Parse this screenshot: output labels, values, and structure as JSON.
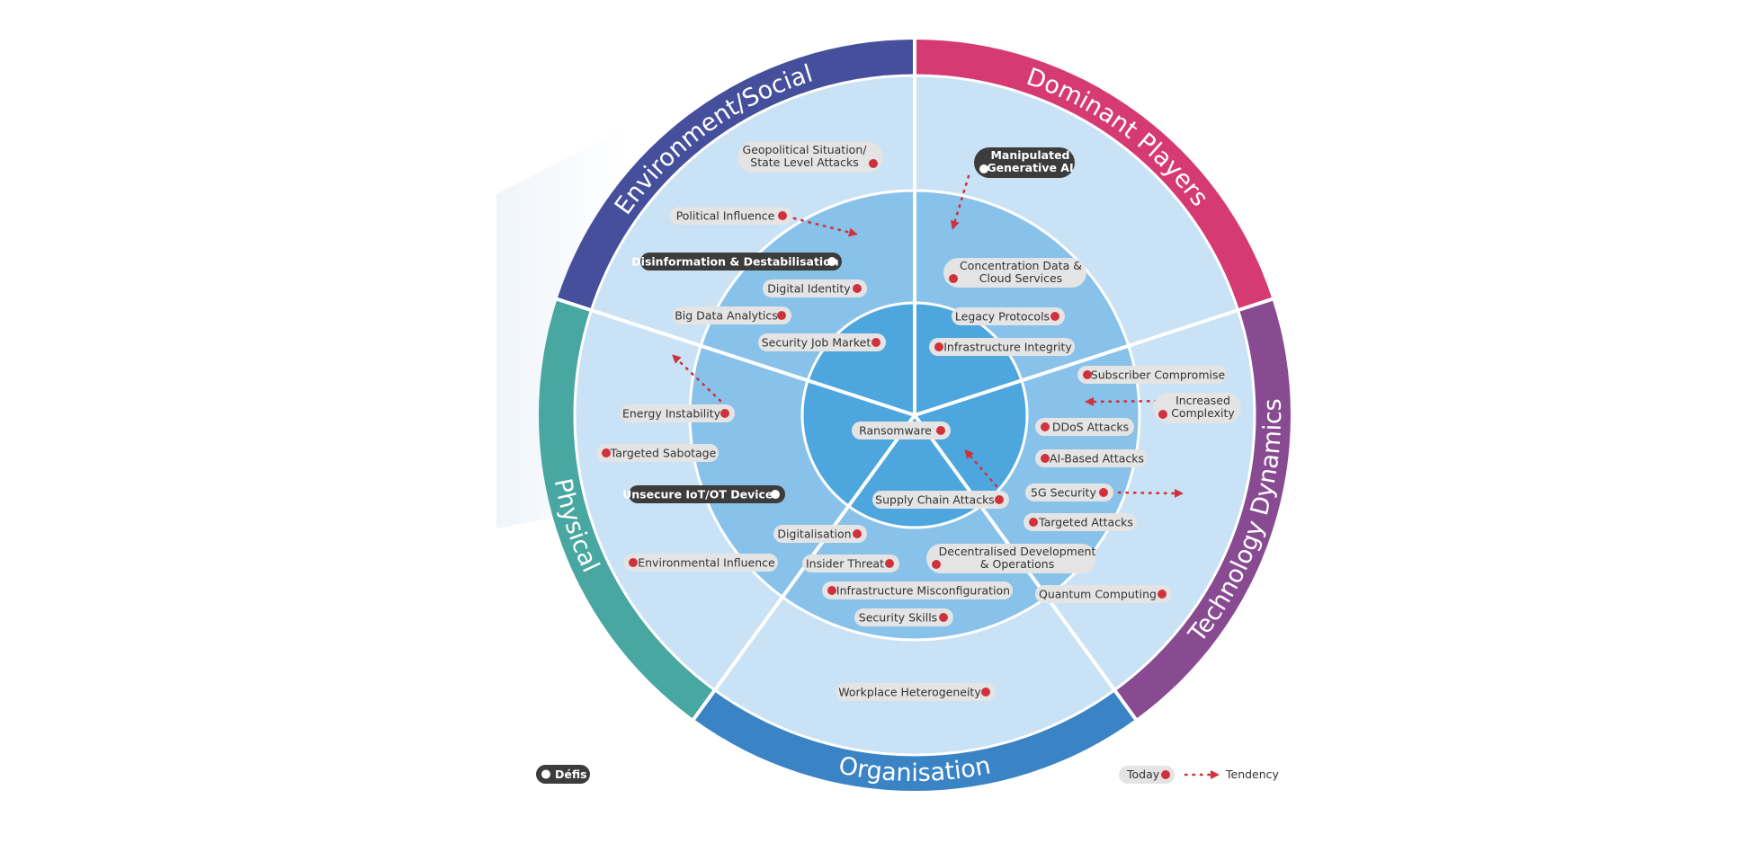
{
  "colors": {
    "ring_outer": "#c9e2f5",
    "ring_middle": "#88c2ea",
    "ring_inner": "#4ea6de",
    "today_dot": "#d0323d",
    "tendency": "#d0323d",
    "pill": "#e4e4e4",
    "pill_dark": "#3c3c3c",
    "text": "#333333"
  },
  "sectors": [
    {
      "id": "environment-social",
      "title": "Environment/Social",
      "color": "#454f9b"
    },
    {
      "id": "dominant-players",
      "title": "Dominant Players",
      "color": "#d63a72"
    },
    {
      "id": "technology-dynamics",
      "title": "Technology Dynamics",
      "color": "#884b92"
    },
    {
      "id": "organisation",
      "title": "Organisation",
      "color": "#3a84c6"
    },
    {
      "id": "physical",
      "title": "Physical",
      "color": "#49a7a2"
    }
  ],
  "items": [
    {
      "id": "geopolitical",
      "lines": [
        "Geopolitical Situation/",
        "State Level Attacks"
      ],
      "type": "today"
    },
    {
      "id": "political-influence",
      "lines": [
        "Political Influence"
      ],
      "type": "today"
    },
    {
      "id": "disinformation",
      "lines": [
        "Disinformation & Destabilisation"
      ],
      "type": "defi"
    },
    {
      "id": "digital-identity",
      "lines": [
        "Digital Identity"
      ],
      "type": "today"
    },
    {
      "id": "big-data",
      "lines": [
        "Big Data Analytics"
      ],
      "type": "today"
    },
    {
      "id": "security-job-market",
      "lines": [
        "Security Job Market"
      ],
      "type": "today"
    },
    {
      "id": "manipulated-ai",
      "lines": [
        "Manipulated",
        "Generative AI"
      ],
      "type": "defi"
    },
    {
      "id": "concentration-data",
      "lines": [
        "Concentration Data &",
        "Cloud Services"
      ],
      "type": "today"
    },
    {
      "id": "legacy-protocols",
      "lines": [
        "Legacy Protocols"
      ],
      "type": "today"
    },
    {
      "id": "infrastructure-integrity",
      "lines": [
        "Infrastructure Integrity"
      ],
      "type": "today"
    },
    {
      "id": "subscriber-compromise",
      "lines": [
        "Subscriber Compromise"
      ],
      "type": "today"
    },
    {
      "id": "increased-complexity",
      "lines": [
        "Increased",
        "Complexity"
      ],
      "type": "today"
    },
    {
      "id": "ddos",
      "lines": [
        "DDoS Attacks"
      ],
      "type": "today"
    },
    {
      "id": "ai-based",
      "lines": [
        "AI-Based Attacks"
      ],
      "type": "today"
    },
    {
      "id": "5g-security",
      "lines": [
        "5G Security"
      ],
      "type": "today"
    },
    {
      "id": "targeted-attacks",
      "lines": [
        "Targeted Attacks"
      ],
      "type": "today"
    },
    {
      "id": "decentralised-dev",
      "lines": [
        "Decentralised Development",
        "& Operations"
      ],
      "type": "today"
    },
    {
      "id": "quantum",
      "lines": [
        "Quantum Computing"
      ],
      "type": "today"
    },
    {
      "id": "ransomware",
      "lines": [
        "Ransomware"
      ],
      "type": "today"
    },
    {
      "id": "supply-chain",
      "lines": [
        "Supply Chain Attacks"
      ],
      "type": "today"
    },
    {
      "id": "digitalisation",
      "lines": [
        "Digitalisation"
      ],
      "type": "today"
    },
    {
      "id": "insider-threat",
      "lines": [
        "Insider Threat"
      ],
      "type": "today"
    },
    {
      "id": "infra-misconfig",
      "lines": [
        "Infrastructure Misconfiguration"
      ],
      "type": "today"
    },
    {
      "id": "security-skills",
      "lines": [
        "Security Skills"
      ],
      "type": "today"
    },
    {
      "id": "workplace-heterogeneity",
      "lines": [
        "Workplace Heterogeneity"
      ],
      "type": "today"
    },
    {
      "id": "energy-instability",
      "lines": [
        "Energy Instability"
      ],
      "type": "today"
    },
    {
      "id": "targeted-sabotage",
      "lines": [
        "Targeted Sabotage"
      ],
      "type": "today"
    },
    {
      "id": "unsecure-iot",
      "lines": [
        "Unsecure IoT/OT Devices"
      ],
      "type": "defi"
    },
    {
      "id": "environmental-influence",
      "lines": [
        "Environmental Influence"
      ],
      "type": "today"
    }
  ],
  "legend": {
    "defis": "Défis",
    "today": "Today",
    "tendency": "Tendency"
  }
}
